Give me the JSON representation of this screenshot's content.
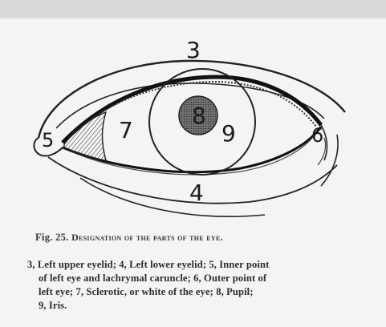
{
  "figure": {
    "labels": {
      "upper_eyelid": "3",
      "lower_eyelid": "4",
      "inner_point": "5",
      "outer_point": "6",
      "sclerotic": "7",
      "pupil": "8",
      "iris": "9"
    }
  },
  "caption": {
    "prefix": "Fig. 25.",
    "title": "Designation of the parts of the eye."
  },
  "legend": {
    "lines": [
      "3, Left upper eyelid; 4, Left lower eyelid; 5, Inner point",
      "of left eye and lachrymal caruncle; 6, Outer point of",
      "left eye; 7, Sclerotic, or white of the eye; 8, Pupil;",
      "9, Iris."
    ]
  }
}
